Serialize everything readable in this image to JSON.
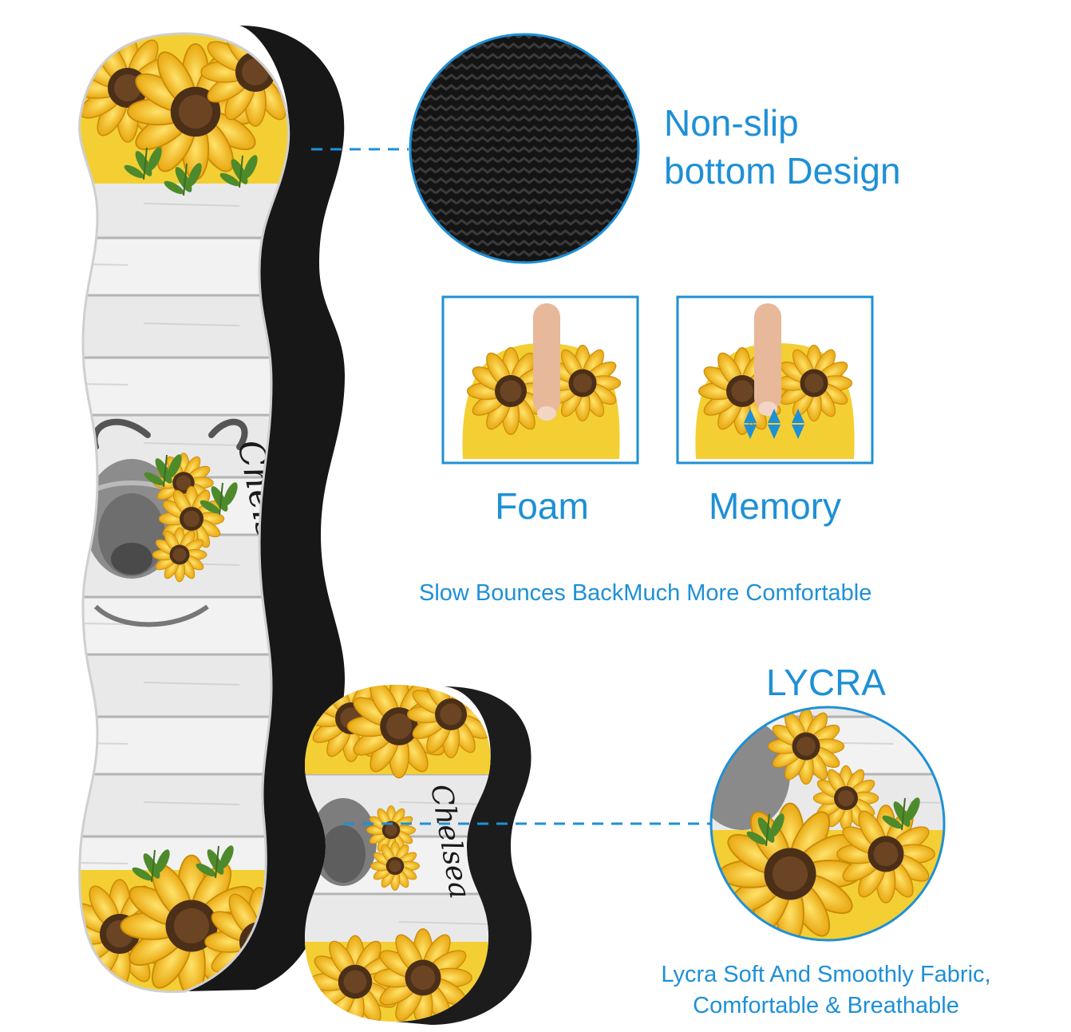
{
  "colors": {
    "accent": "#1e90d6",
    "mat_black": "#161616",
    "board": "#e8e8e8",
    "board_line": "#b9b9b9",
    "sunflower_petal": "#f4c21b",
    "sunflower_center": "#5a3a1c",
    "leaf": "#4e8a2c"
  },
  "product": {
    "name_print": "Chelsea",
    "name_print_small": "Chelsea"
  },
  "callouts": {
    "nonslip_line1": "Non-slip",
    "nonslip_line2": "bottom Design",
    "foam_label": "Foam",
    "memory_label": "Memory",
    "slow_bounce": "Slow Bounces BackMuch More Comfortable",
    "lycra_title": "LYCRA",
    "lycra_line1": "Lycra Soft And Smoothly Fabric,",
    "lycra_line2": "Comfortable & Breathable"
  },
  "icons": [
    "fabric-texture-icon",
    "finger-press-icon",
    "rebound-arrows-icon",
    "sunflower-icon",
    "highland-cow-icon"
  ]
}
